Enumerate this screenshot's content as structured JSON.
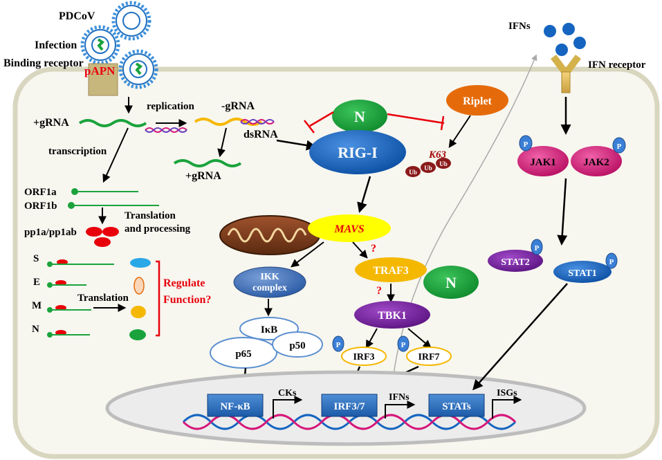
{
  "colors": {
    "green": "#1aa33c",
    "yellow": "#f5b800",
    "red": "#e8000b",
    "blue": "#1565c0",
    "orange": "#e56b0a",
    "purple": "#7a1fa2",
    "magenta": "#d6177a",
    "mavs": "#ffff00",
    "cell_fill": "#f7f6ef",
    "cell_border": "#d9d6bf"
  },
  "virus": {
    "name": "PDCoV",
    "infection": "Infection",
    "binding": "Binding  receptor",
    "receptor": "pAPN"
  },
  "rna": {
    "pos_grna": "+gRNA",
    "replication": "replication",
    "neg_grna": "-gRNA",
    "dsrna": "dsRNA",
    "pos_grna2": "+gRNA",
    "transcription": "transcription"
  },
  "orf": {
    "orf1a": "ORF1a",
    "orf1b": "ORF1b",
    "translation_processing_1": "Translation",
    "translation_processing_2": "and processing",
    "pp1a": "pp1a/pp1ab"
  },
  "structural": {
    "s": "S",
    "e": "E",
    "m": "M",
    "n": "N",
    "translation": "Translation",
    "regulate_1": "Regulate",
    "regulate_2": "Function?"
  },
  "pathway": {
    "n_protein": "N",
    "riplet": "Riplet",
    "rig_i": "RIG-I",
    "k63": "K63",
    "ub": "Ub",
    "mavs": "MAVS",
    "question": "?",
    "ikk_1": "IKK",
    "ikk_2": "complex",
    "traf3": "TRAF3",
    "n_protein2": "N",
    "tbk1": "TBK1",
    "ikb": "IκB",
    "p65": "p65",
    "p50": "p50",
    "p": "P",
    "irf3": "IRF3",
    "irf7": "IRF7"
  },
  "nucleus": {
    "nfkb": "NF-κB",
    "cks": "CKs",
    "irf37": "IRF3/7",
    "ifns": "IFNs",
    "stats": "STATs",
    "isgs": "ISGs"
  },
  "ifn": {
    "ifns": "IFNs",
    "receptor": "IFN receptor",
    "jak1": "JAK1",
    "jak2": "JAK2",
    "stat2": "STAT2",
    "stat1": "STAT1"
  }
}
